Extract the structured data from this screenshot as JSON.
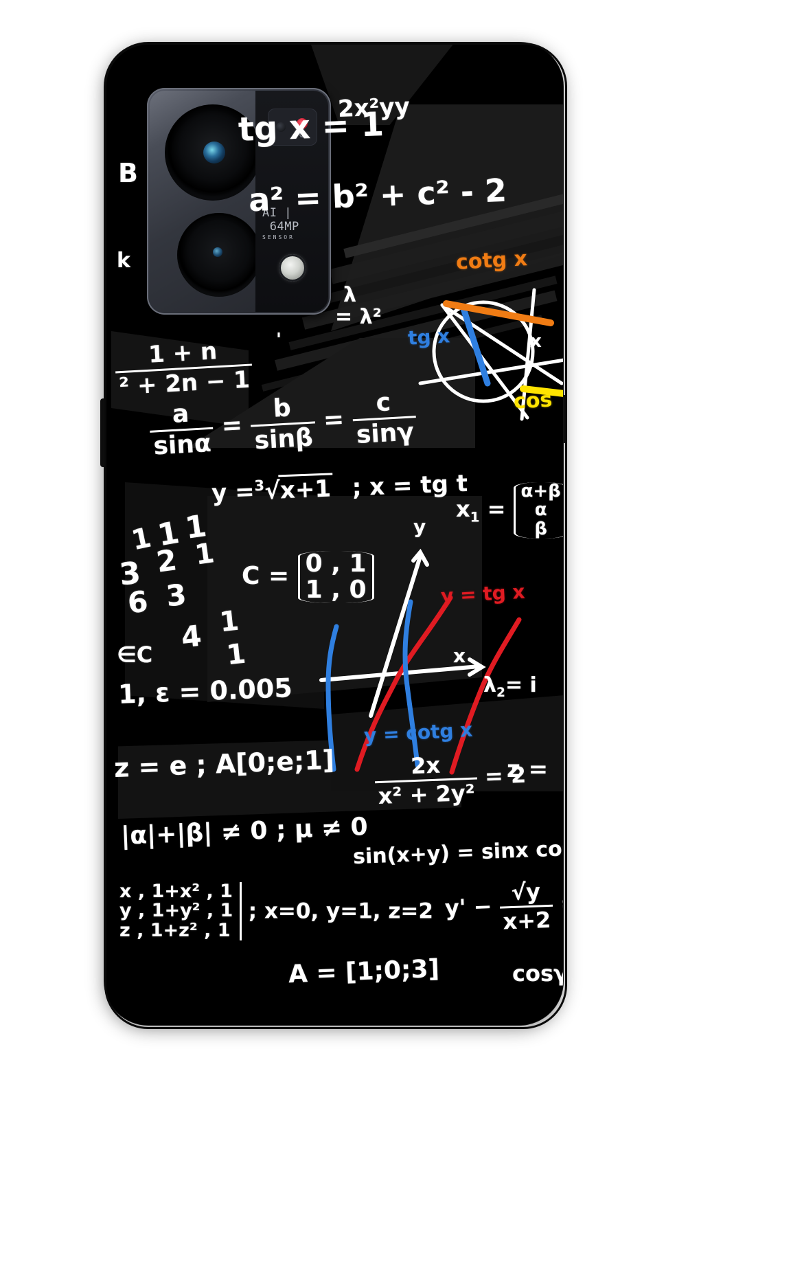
{
  "product": {
    "type": "glass-phone-case-back",
    "pattern_name": "mathematics-formulas-blackboard",
    "background_color": "#000000",
    "ink_colors": {
      "white": "#ffffff",
      "blue": "#2f7fe0",
      "red": "#e01b22",
      "orange": "#f07c14",
      "yellow": "#ffe400"
    }
  },
  "camera_module": {
    "brand_text_main": "AI",
    "brand_text_mp": "64MP",
    "brand_text_sub": "SENSOR",
    "flash_glyph": "⚙",
    "lens_count": 2
  },
  "formulas": {
    "tg_x_eq_1": "tg x = 1",
    "top_right_frag": "2x²yy",
    "letter_B": "B",
    "letter_k": "k",
    "law_cosines": "a² = b² + c² - 2",
    "lambda_frag_1": "λ",
    "lambda_frag_2": "= λ²",
    "apostrophe": "'",
    "seq_fraction_num": "1 + n",
    "seq_fraction_den": "² + 2n − 1",
    "law_sines_a_num": "a",
    "law_sines_a_den": "sinα",
    "law_sines_b_num": "b",
    "law_sines_b_den": "sinβ",
    "law_sines_c_num": "c",
    "law_sines_c_den": "sinγ",
    "eq_sign_1": "=",
    "eq_sign_2": "=",
    "cube_root": "y = ³√x+1 ; x = tg t",
    "y_label": "y =",
    "root_index": "3",
    "root_body": "x+1",
    "semi_x_tgt": "; x = tg t",
    "x1_label": "x",
    "x1_sub": "1",
    "x1_eq": "=",
    "x1_num": "α+β",
    "x1_mid": "α",
    "x1_den": "β",
    "matrix_label": "C =",
    "matrix_row1": "0 , 1",
    "matrix_row2": "1 , 0",
    "lambda2": "λ",
    "lambda2_sub": "2",
    "lambda2_eq": "= i",
    "epsilon_C": "∈C",
    "epsilon_value": "1, ε = 0.005",
    "z_eq_e": "z = e ; A[0;e;1]",
    "z_right": "z =",
    "frac2x_num": "2x",
    "frac2x_den": "x² + 2y²",
    "frac2x_result": "= 2",
    "alpha_beta": "|α|+|β| ≠ 0 ; μ ≠ 0",
    "sin_sum": "sin(x+y) = sinx cos",
    "y_prime_label": "y' −",
    "y_prime_num": "√y",
    "y_prime_den": "x+2",
    "y_prime_tail": "=",
    "jacobian_r1": "x , 1+x² , 1",
    "jacobian_r2": "y , 1+y² , 1",
    "jacobian_r3": "z , 1+z² , 1",
    "jacobian_vals": "; x=0, y=1, z=2",
    "A_vector": "A = [1;0;3]",
    "cos_frag": "cosγ"
  },
  "scattered_numbers": [
    "1",
    "1",
    "1",
    "3",
    "2",
    "1",
    "6",
    "3",
    "4",
    "1",
    "1"
  ],
  "unit_circle_diagram": {
    "label_tg": "tg x",
    "label_cotg": "cotg x",
    "label_cos": "cos",
    "label_x_axis": "x",
    "tg_color": "#2f7fe0",
    "cotg_color": "#f07c14",
    "cos_color": "#ffe400"
  },
  "tangent_graph": {
    "axis_y_label": "y",
    "axis_x_label": "x",
    "curve_tg_label": "y = tg x",
    "curve_cotg_label": "y = cotg x",
    "tg_color": "#e01b22",
    "cotg_color": "#2f7fe0"
  }
}
